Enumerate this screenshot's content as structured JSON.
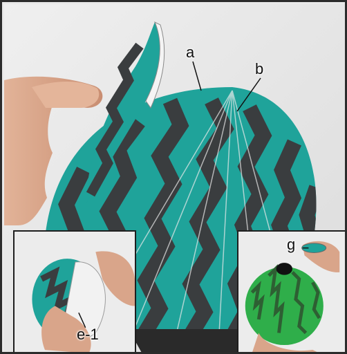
{
  "labels": {
    "a": "a",
    "b": "b",
    "g": "g",
    "e1": "e-1"
  },
  "colors": {
    "teal": "#1fa39a",
    "dark_stripe": "#3a3d3f",
    "green_melon": "#2fae4a",
    "skin": "#d9a58a",
    "background": "#e9e9e9",
    "frame": "#2b2b2b"
  }
}
